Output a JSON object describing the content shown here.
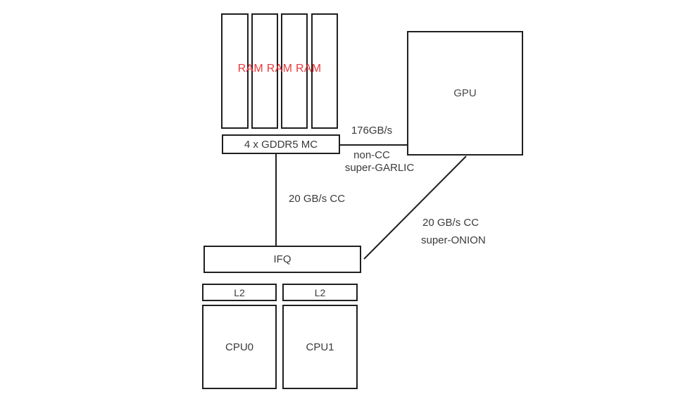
{
  "diagram": {
    "title_hint": "APU memory architecture block diagram",
    "nodes": {
      "ram": {
        "label": "RAM RAM RAM",
        "stick_count": 4
      },
      "memory_controller": {
        "label": "4 x GDDR5 MC"
      },
      "gpu": {
        "label": "GPU"
      },
      "ifq": {
        "label": "IFQ"
      },
      "l2_0": {
        "label": "L2"
      },
      "l2_1": {
        "label": "L2"
      },
      "cpu0": {
        "label": "CPU0"
      },
      "cpu1": {
        "label": "CPU1"
      }
    },
    "links": {
      "mc_gpu": {
        "bandwidth": "176GB/s",
        "type_line1": "non-CC",
        "type_line2": "super-GARLIC"
      },
      "mc_ifq": {
        "bandwidth": "20 GB/s CC"
      },
      "gpu_ifq": {
        "bandwidth": "20 GB/s CC",
        "type": "super-ONION"
      }
    },
    "colors": {
      "ram_text": "#e8383c",
      "line": "#1f1f1f",
      "text": "#3a3a3a",
      "background": "#ffffff"
    }
  }
}
